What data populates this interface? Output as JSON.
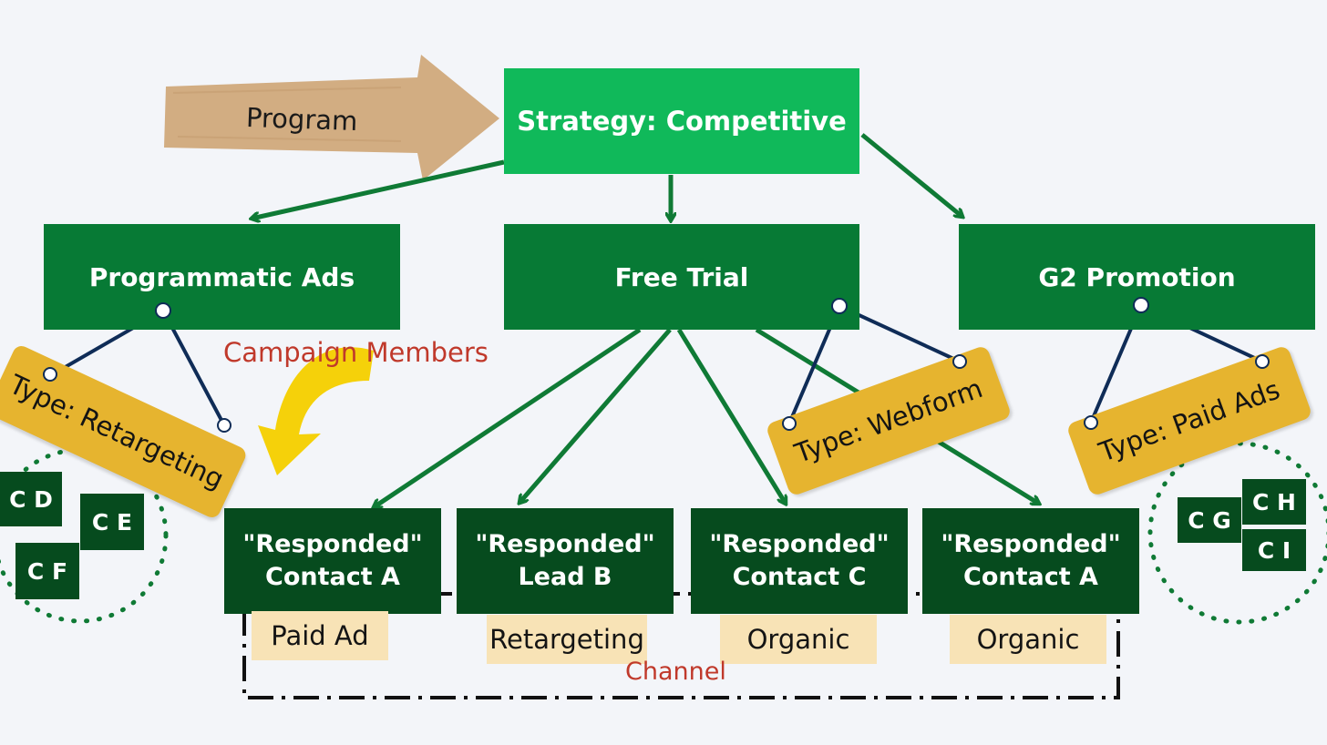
{
  "program_label": "Program",
  "strategy": "Strategy: Competitive",
  "programs": [
    {
      "name": "Programmatic Ads"
    },
    {
      "name": "Free Trial"
    },
    {
      "name": "G2 Promotion"
    }
  ],
  "types": [
    "Type: Retargeting",
    "Type: Webform",
    "Type: Paid Ads"
  ],
  "campaign_members_label": "Campaign Members",
  "channel_label": "Channel",
  "responded": [
    {
      "status": "\"Responded\"",
      "who": "Contact A",
      "channel": "Paid Ad"
    },
    {
      "status": "\"Responded\"",
      "who": "Lead B",
      "channel": "Retargeting"
    },
    {
      "status": "\"Responded\"",
      "who": "Contact C",
      "channel": "Organic"
    },
    {
      "status": "\"Responded\"",
      "who": "Contact A",
      "channel": "Organic"
    }
  ],
  "members_left": [
    "C D",
    "C E",
    "C F"
  ],
  "members_right": [
    "C G",
    "C H",
    "C I"
  ],
  "colors": {
    "strategy": "#10b95a",
    "program": "#077a35",
    "responded": "#064b1e",
    "tag": "#e6b42f",
    "channel_tag": "#f8e3b6",
    "arrow": "#0f7a35",
    "connector": "#0f2c57",
    "accent_red": "#c0392b",
    "curved_arrow": "#f5d10a",
    "program_arrow": "#d2ad82"
  }
}
